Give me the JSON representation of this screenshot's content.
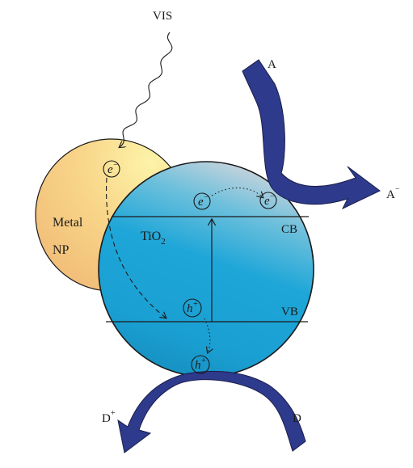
{
  "labels": {
    "vis": "VIS",
    "acceptor": "A",
    "acceptor_reduced": "A",
    "acceptor_reduced_sup": "−",
    "metal_line1": "Metal",
    "metal_line2": "NP",
    "tio2": "TiO",
    "tio2_sub": "2",
    "cb": "CB",
    "vb": "VB",
    "donor": "D",
    "donor_oxidized": "D",
    "donor_oxidized_sup": "+"
  },
  "particles": {
    "electron": "e",
    "electron_sup": "−",
    "hole": "h",
    "hole_sup": "+"
  },
  "colors": {
    "metal_np": "#f5c978",
    "tio2": "#1aa3d6",
    "arrow": "#2e3a8c"
  }
}
